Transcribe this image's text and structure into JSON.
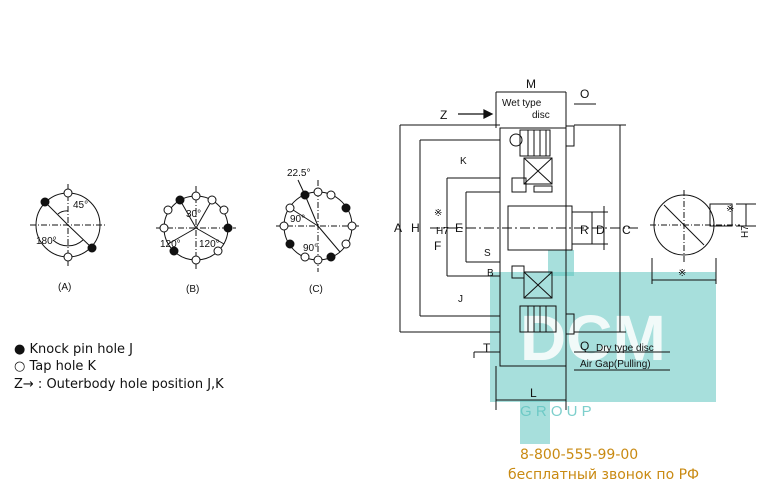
{
  "patterns": {
    "a": {
      "caption": "(A)",
      "angle1": "45°",
      "angle2": "180°"
    },
    "b": {
      "caption": "(B)",
      "angle1": "30°",
      "angle2": "120°",
      "angle3": "120°"
    },
    "c": {
      "caption": "(C)",
      "angle1": "22.5°",
      "angle2": "90°",
      "angle3": "90°"
    }
  },
  "legend": {
    "knock_pin": "Knock pin hole J",
    "tap_hole": "Tap hole K",
    "outerbody": "Z→ : Outerbody hole position J,K"
  },
  "section": {
    "z_arrow": "Z",
    "wet_type": "Wet type",
    "disc": "disc",
    "dry_type": "Dry type disc",
    "air_gap": "Air Gap(Pulling)",
    "dims": {
      "M": "M",
      "O": "O",
      "A": "A",
      "H": "H",
      "K": "K",
      "F": "F",
      "H7": "H7",
      "mark": "※",
      "E": "E",
      "S": "S",
      "B": "B",
      "R": "R",
      "D": "D",
      "C": "C",
      "J": "J",
      "T": "T",
      "Q": "Q",
      "L": "L"
    }
  },
  "detail": {
    "H7": "H7",
    "mark1": "※",
    "mark2": "※"
  },
  "watermark": {
    "logo": "DCM",
    "group": "G R O U P",
    "phone": "8-800-555-99-00",
    "free_call": "бесплатный звонок по РФ"
  },
  "colors": {
    "watermark_teal": "#5fc4c0",
    "watermark_orange": "#c98a12"
  }
}
